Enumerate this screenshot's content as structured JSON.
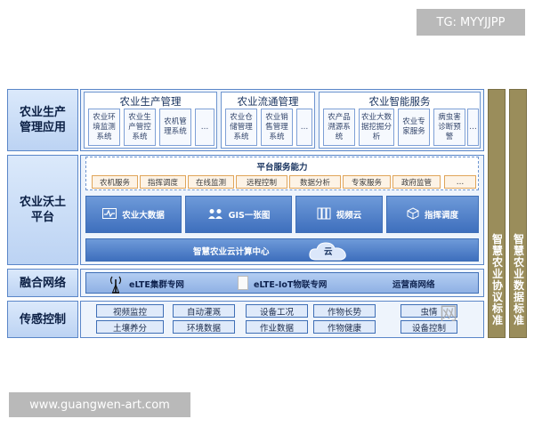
{
  "watermarks": {
    "top": "TG: MYYJJPP",
    "bottom": "www.guangwen-art.com",
    "overlay": "网"
  },
  "rows": [
    {
      "label": "农业生产\n管理应用"
    },
    {
      "label": "农业沃土\n平台"
    },
    {
      "label": "融合网络"
    },
    {
      "label": "传感控制"
    }
  ],
  "app_groups": [
    {
      "title": "农业生产管理",
      "cards": [
        "农业环境监测系统",
        "农业生产管控系统",
        "农机管理系统",
        "…"
      ]
    },
    {
      "title": "农业流通管理",
      "cards": [
        "农业仓储管理系统",
        "农业销售管理系统",
        "…"
      ]
    },
    {
      "title": "农业智能服务",
      "cards": [
        "农产品溯源系统",
        "农业大数据挖掘分析",
        "农业专家服务",
        "病虫害诊断预警",
        "…"
      ]
    }
  ],
  "platform": {
    "services_title": "平台服务能力",
    "services": [
      "农机服务",
      "指挥调度",
      "在线监测",
      "远程控制",
      "数据分析",
      "专家服务",
      "政府监管",
      "…"
    ],
    "modules": [
      {
        "label": "农业大数据",
        "icon": "pulse-icon"
      },
      {
        "label": "GIS一张图",
        "icon": "people-icon"
      },
      {
        "label": "视频云",
        "icon": "server-icon"
      },
      {
        "label": "指挥调度",
        "icon": "cube-icon"
      }
    ],
    "cloud_center": "智慧农业云计算中心",
    "cloud_label": "云"
  },
  "network": [
    "eLTE集群专网",
    "eLTE-IoT物联专网",
    "运营商网络"
  ],
  "sensors": [
    [
      "视频监控",
      "自动灌溉",
      "设备工况",
      "作物长势",
      "虫情"
    ],
    [
      "土壤养分",
      "环境数据",
      "作业数据",
      "作物健康",
      "设备控制"
    ]
  ],
  "side_standards": [
    "智慧农业协议标准",
    "智慧农业数据标准"
  ],
  "colors": {
    "row_border": "#5a86c8",
    "block_blue": "#3e6fbd",
    "chip_orange": "#e0a55a",
    "side_bar": "#9a8d5b"
  }
}
